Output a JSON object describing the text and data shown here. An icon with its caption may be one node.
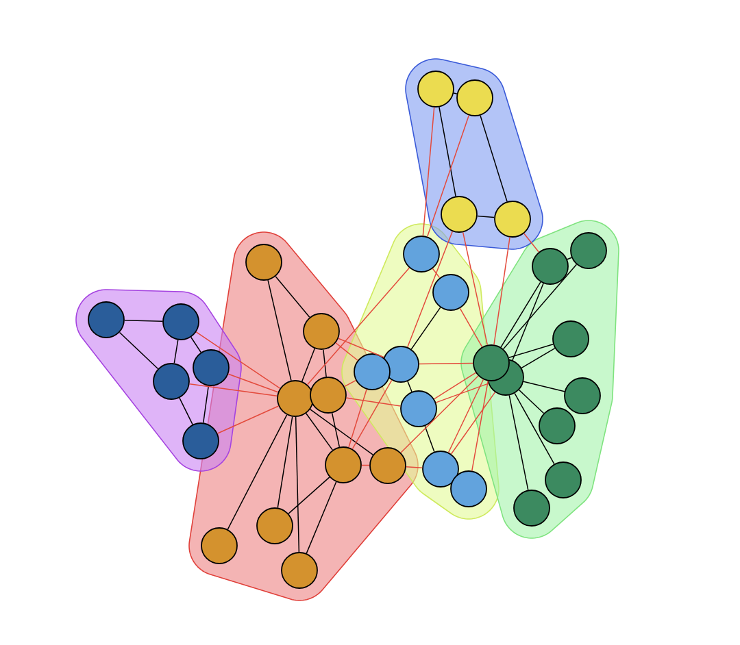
{
  "diagram": {
    "nodes": [
      {
        "text": [],
        "shape": "blob"
      },
      {
        "text": [],
        "shape": "circle",
        "in": 0
      },
      {
        "text": [],
        "shape": "circle",
        "in": 0
      },
      {
        "text": [],
        "shape": "circle",
        "in": 0
      },
      {
        "text": [],
        "shape": "circle",
        "in": 0
      },
      {
        "text": [],
        "shape": "blob"
      },
      {
        "text": [],
        "shape": "circle",
        "in": 5
      },
      {
        "text": [],
        "shape": "circle",
        "in": 5
      },
      {
        "text": [],
        "shape": "circle",
        "in": 5
      },
      {
        "text": [],
        "shape": "circle",
        "in": 5
      },
      {
        "text": [],
        "shape": "circle",
        "in": 5
      },
      {
        "text": [],
        "shape": "blob"
      },
      {
        "text": [],
        "shape": "circle",
        "in": 11
      },
      {
        "text": [],
        "shape": "circle",
        "in": 11
      },
      {
        "text": [],
        "shape": "circle",
        "in": 11
      },
      {
        "text": [],
        "shape": "circle",
        "in": 11
      },
      {
        "text": [],
        "shape": "circle",
        "in": 11
      },
      {
        "text": [],
        "shape": "circle",
        "in": 11
      },
      {
        "text": [],
        "shape": "circle",
        "in": 11
      },
      {
        "text": [],
        "shape": "circle",
        "in": 11
      },
      {
        "text": [],
        "shape": "circle",
        "in": 11
      },
      {
        "text": [],
        "shape": "blob"
      },
      {
        "text": [],
        "shape": "circle",
        "in": 21
      },
      {
        "text": [],
        "shape": "circle",
        "in": 21
      },
      {
        "text": [],
        "shape": "circle",
        "in": 21
      },
      {
        "text": [],
        "shape": "circle"
      },
      {
        "text": [],
        "shape": "circle",
        "in": 21
      },
      {
        "text": [],
        "shape": "circle",
        "in": 21
      },
      {
        "text": [],
        "shape": "circle",
        "in": 21
      },
      {
        "text": [],
        "shape": "blob"
      },
      {
        "text": [],
        "shape": "circle",
        "in": 29
      },
      {
        "text": [],
        "shape": "circle",
        "in": 29
      },
      {
        "text": [],
        "shape": "circle",
        "in": 29
      },
      {
        "text": [],
        "shape": "circle",
        "in": 29
      },
      {
        "text": [],
        "shape": "circle",
        "in": 29
      },
      {
        "text": [],
        "shape": "circle",
        "in": 29
      },
      {
        "text": [],
        "shape": "circle",
        "in": 29
      },
      {
        "text": [],
        "shape": "circle",
        "in": 29
      },
      {
        "text": [],
        "shape": "circle",
        "in": 29
      }
    ],
    "edges": [
      {
        "from": 1,
        "to": 2,
        "arrow": "none"
      },
      {
        "from": 1,
        "to": 3,
        "arrow": "none"
      },
      {
        "from": 2,
        "to": 4,
        "arrow": "none"
      },
      {
        "from": 3,
        "to": 4,
        "arrow": "none"
      },
      {
        "from": 6,
        "to": 7,
        "arrow": "none"
      },
      {
        "from": 6,
        "to": 9,
        "arrow": "none"
      },
      {
        "from": 7,
        "to": 9,
        "arrow": "none"
      },
      {
        "from": 7,
        "to": 8,
        "arrow": "none"
      },
      {
        "from": 9,
        "to": 10,
        "arrow": "none"
      },
      {
        "from": 8,
        "to": 10,
        "arrow": "none"
      },
      {
        "from": 12,
        "to": 13,
        "arrow": "none"
      },
      {
        "from": 12,
        "to": 14,
        "arrow": "none"
      },
      {
        "from": 13,
        "to": 14,
        "arrow": "none"
      },
      {
        "from": 13,
        "to": 15,
        "arrow": "none"
      },
      {
        "from": 15,
        "to": 16,
        "arrow": "none"
      },
      {
        "from": 14,
        "to": 16,
        "arrow": "none"
      },
      {
        "from": 14,
        "to": 17,
        "arrow": "none"
      },
      {
        "from": 14,
        "to": 18,
        "arrow": "none"
      },
      {
        "from": 14,
        "to": 19,
        "arrow": "none"
      },
      {
        "from": 14,
        "to": 20,
        "arrow": "none"
      },
      {
        "from": 16,
        "to": 18,
        "arrow": "none"
      },
      {
        "from": 16,
        "to": 20,
        "arrow": "none"
      },
      {
        "from": 23,
        "to": 24,
        "arrow": "none"
      },
      {
        "from": 24,
        "to": 26,
        "arrow": "none"
      },
      {
        "from": 26,
        "to": 27,
        "arrow": "none"
      },
      {
        "from": 30,
        "to": 31,
        "arrow": "none"
      },
      {
        "from": 30,
        "to": 32,
        "arrow": "none"
      },
      {
        "from": 30,
        "to": 33,
        "arrow": "none"
      },
      {
        "from": 31,
        "to": 32,
        "arrow": "none"
      },
      {
        "from": 32,
        "to": 34,
        "arrow": "none"
      },
      {
        "from": 33,
        "to": 34,
        "arrow": "none"
      },
      {
        "from": 33,
        "to": 35,
        "arrow": "none"
      },
      {
        "from": 33,
        "to": 36,
        "arrow": "none"
      },
      {
        "from": 33,
        "to": 37,
        "arrow": "none"
      },
      {
        "from": 33,
        "to": 38,
        "arrow": "none"
      },
      {
        "from": 7,
        "to": 14,
        "arrow": "none",
        "color": "#e34a3c"
      },
      {
        "from": 8,
        "to": 14,
        "arrow": "none",
        "color": "#e34a3c"
      },
      {
        "from": 9,
        "to": 14,
        "arrow": "none",
        "color": "#e34a3c"
      },
      {
        "from": 10,
        "to": 14,
        "arrow": "none",
        "color": "#e34a3c"
      },
      {
        "from": 14,
        "to": 22,
        "arrow": "none",
        "color": "#e34a3c"
      },
      {
        "from": 13,
        "to": 24,
        "arrow": "none",
        "color": "#e34a3c"
      },
      {
        "from": 13,
        "to": 25,
        "arrow": "none",
        "color": "#e34a3c"
      },
      {
        "from": 15,
        "to": 25,
        "arrow": "none",
        "color": "#e34a3c"
      },
      {
        "from": 15,
        "to": 26,
        "arrow": "none",
        "color": "#e34a3c"
      },
      {
        "from": 16,
        "to": 25,
        "arrow": "none",
        "color": "#e34a3c"
      },
      {
        "from": 16,
        "to": 24,
        "arrow": "none",
        "color": "#e34a3c"
      },
      {
        "from": 16,
        "to": 17,
        "arrow": "none",
        "color": "#e34a3c"
      },
      {
        "from": 17,
        "to": 27,
        "arrow": "none",
        "color": "#e34a3c"
      },
      {
        "from": 17,
        "to": 32,
        "arrow": "none",
        "color": "#e34a3c"
      },
      {
        "from": 22,
        "to": 23,
        "arrow": "none",
        "color": "#e34a3c"
      },
      {
        "from": 23,
        "to": 32,
        "arrow": "none",
        "color": "#e34a3c"
      },
      {
        "from": 24,
        "to": 32,
        "arrow": "none",
        "color": "#e34a3c"
      },
      {
        "from": 26,
        "to": 32,
        "arrow": "none",
        "color": "#e34a3c"
      },
      {
        "from": 26,
        "to": 33,
        "arrow": "none",
        "color": "#e34a3c"
      },
      {
        "from": 27,
        "to": 32,
        "arrow": "none",
        "color": "#e34a3c"
      },
      {
        "from": 27,
        "to": 33,
        "arrow": "none",
        "color": "#e34a3c"
      },
      {
        "from": 28,
        "to": 32,
        "arrow": "none",
        "color": "#e34a3c"
      },
      {
        "from": 1,
        "to": 22,
        "arrow": "none",
        "color": "#e34a3c"
      },
      {
        "from": 2,
        "to": 22,
        "arrow": "none",
        "color": "#e34a3c"
      },
      {
        "from": 3,
        "to": 24,
        "arrow": "none",
        "color": "#e34a3c"
      },
      {
        "from": 3,
        "to": 32,
        "arrow": "none",
        "color": "#e34a3c"
      },
      {
        "from": 4,
        "to": 32,
        "arrow": "none",
        "color": "#e34a3c"
      },
      {
        "from": 4,
        "to": 30,
        "arrow": "none",
        "color": "#e34a3c"
      }
    ]
  }
}
